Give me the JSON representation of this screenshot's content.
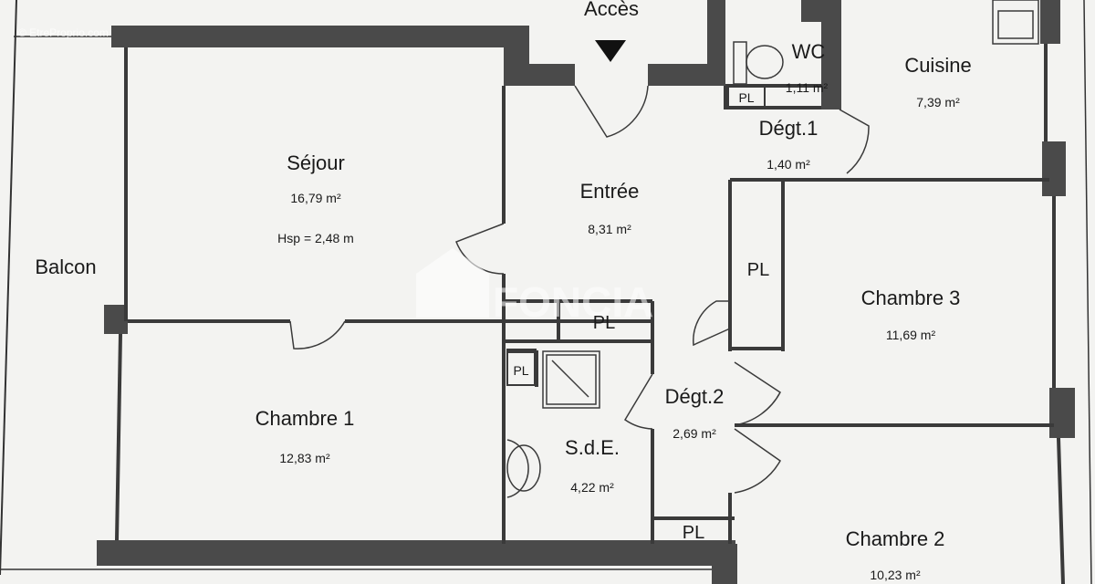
{
  "watermark": {
    "brand": "FONCIA",
    "site": "© EtreProprio.com"
  },
  "access": {
    "label": "Accès"
  },
  "rooms": {
    "sejour": {
      "name": "Séjour",
      "area": "16,79 m²",
      "height": "Hsp = 2,48 m"
    },
    "entree": {
      "name": "Entrée",
      "area": "8,31 m²"
    },
    "wc": {
      "name": "WC",
      "area": "1,11 m²"
    },
    "cuisine": {
      "name": "Cuisine",
      "area": "7,39 m²"
    },
    "degt1": {
      "name": "Dégt.1",
      "area": "1,40 m²"
    },
    "balcon": {
      "name": "Balcon"
    },
    "chambre3": {
      "name": "Chambre 3",
      "area": "11,69 m²"
    },
    "chambre1": {
      "name": "Chambre 1",
      "area": "12,83 m²"
    },
    "sde": {
      "name": "S.d.E.",
      "area": "4,22 m²"
    },
    "degt2": {
      "name": "Dégt.2",
      "area": "2,69 m²"
    },
    "chambre2": {
      "name": "Chambre 2",
      "area": "10,23 m²"
    }
  },
  "placards": {
    "label": "PL"
  }
}
